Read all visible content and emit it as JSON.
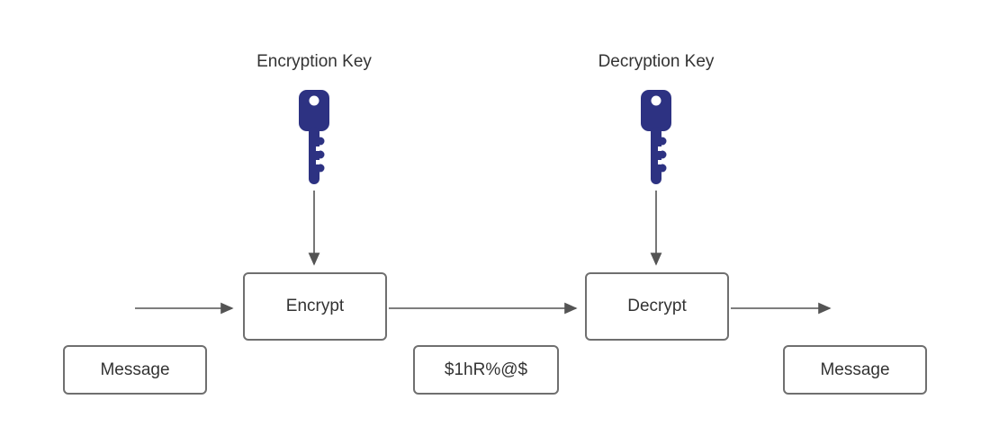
{
  "diagram": {
    "title": "Symmetric encryption flow diagram",
    "labels": {
      "encryption_key": "Encryption Key",
      "decryption_key": "Decryption Key",
      "encrypt_box": "Encrypt",
      "decrypt_box": "Decrypt",
      "message_left": "Message",
      "cipher_text": "$1hR%@$",
      "message_right": "Message"
    },
    "icons": {
      "encryption_key_icon": "key-icon",
      "decryption_key_icon": "key-icon"
    },
    "colors": {
      "key_fill": "#2d3282",
      "arrow_stroke": "#545454",
      "box_border": "#6f6f6f",
      "text": "#333333",
      "background": "#ffffff"
    },
    "flow": [
      "input -> Encrypt",
      "Encryption Key -> Encrypt",
      "Encrypt -> Decrypt (as $1hR%@$)",
      "Decryption Key -> Decrypt",
      "Decrypt -> output (Message)"
    ]
  }
}
